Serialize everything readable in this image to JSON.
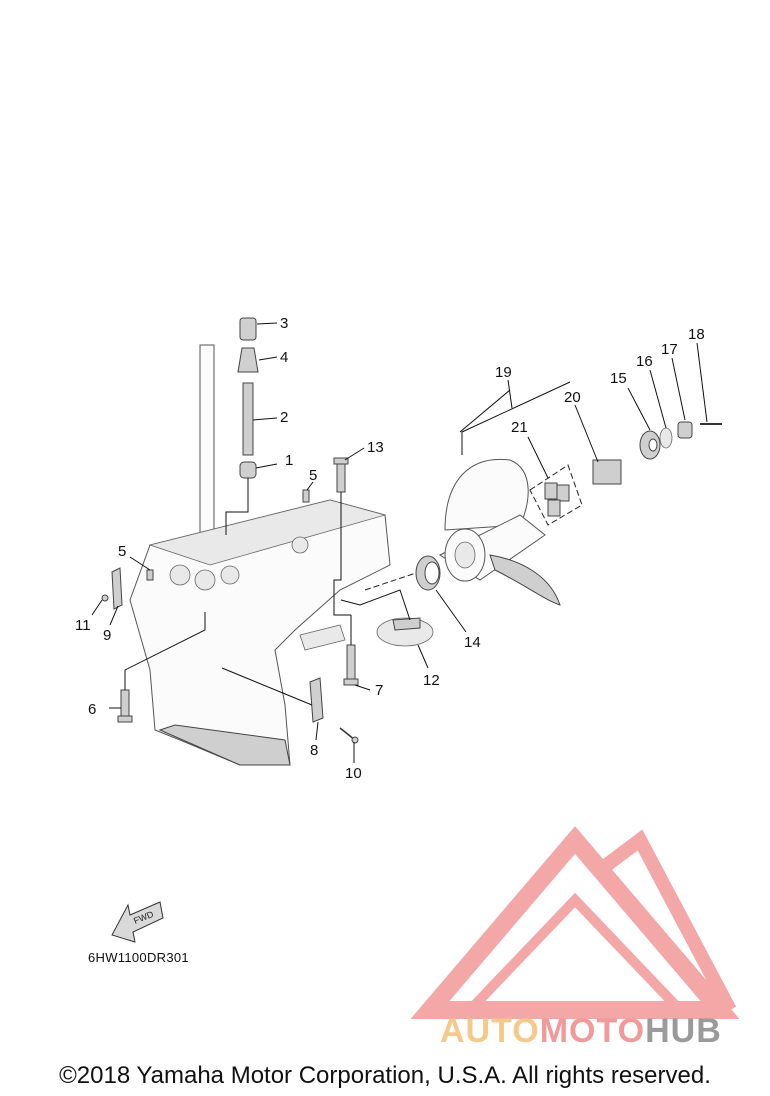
{
  "diagram": {
    "drawing_code": "6HW1100DR301",
    "direction_label": "FWD",
    "callouts": [
      "1",
      "2",
      "3",
      "4",
      "5",
      "5",
      "6",
      "7",
      "8",
      "9",
      "10",
      "11",
      "12",
      "13",
      "14",
      "15",
      "16",
      "17",
      "18",
      "19",
      "20",
      "21"
    ]
  },
  "watermark": {
    "part1": "AUTO",
    "part2": "MOTO",
    "part3": "HUB",
    "colors": {
      "auto": "#f6c98a",
      "moto": "#f29a9a",
      "hub": "#9a9a9a",
      "triangle": "#f08a8a"
    }
  },
  "footer": {
    "copyright": "©2018 Yamaha Motor Corporation, U.S.A. All rights reserved."
  }
}
